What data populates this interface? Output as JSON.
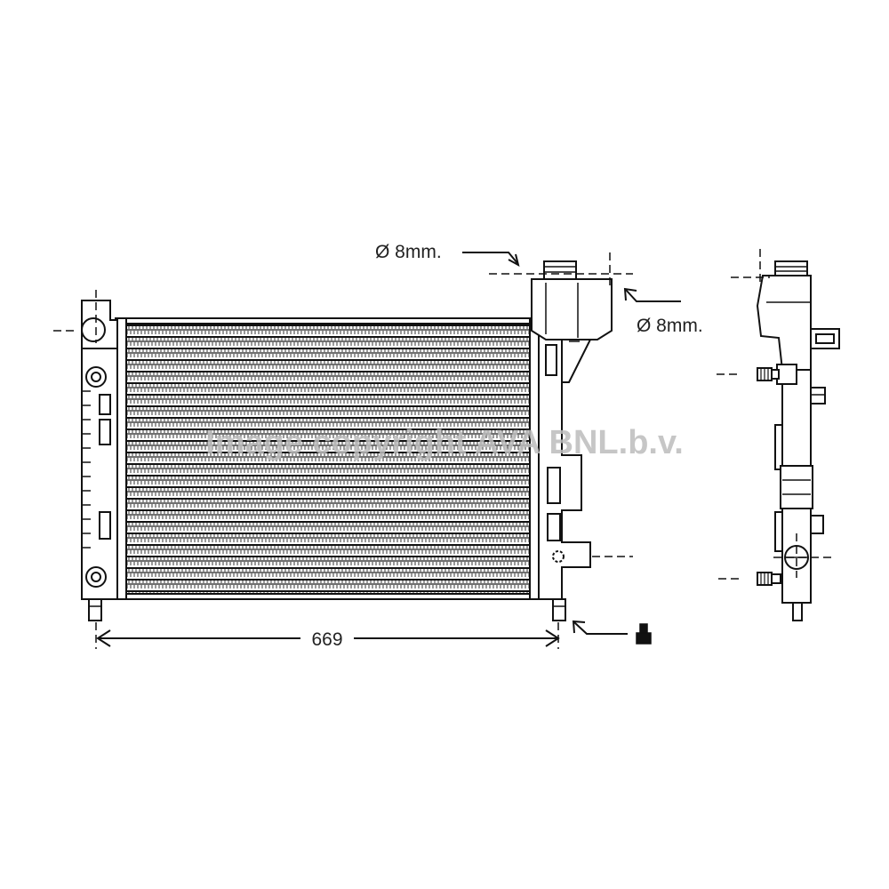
{
  "labels": {
    "diameter_top": "Ø 8mm.",
    "diameter_side": "Ø 8mm.",
    "width_dimension": "669"
  },
  "watermark": "Image copyright AVA BNL.b.v.",
  "colors": {
    "line": "#111111",
    "watermark": "#bdbdbd"
  }
}
